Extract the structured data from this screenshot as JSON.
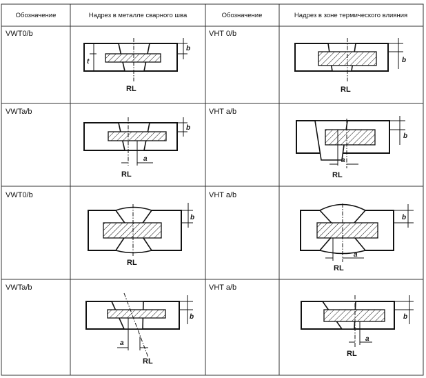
{
  "table": {
    "headers": [
      "Обозначение",
      "Надрез в металле сварного шва",
      "Обозначение",
      "Надрез в зоне термического влияния"
    ],
    "rows": [
      {
        "left_code": "VWT0/b",
        "right_code": "VHT 0/b"
      },
      {
        "left_code": "VWTa/b",
        "right_code": "VHT a/b"
      },
      {
        "left_code": "VWT0/b",
        "right_code": "VHT a/b"
      },
      {
        "left_code": "VWTa/b",
        "right_code": "VHT a/b"
      }
    ]
  },
  "labels": {
    "reference_line": "RL",
    "dim_a": "a",
    "dim_b": "b",
    "dim_t": "t"
  }
}
